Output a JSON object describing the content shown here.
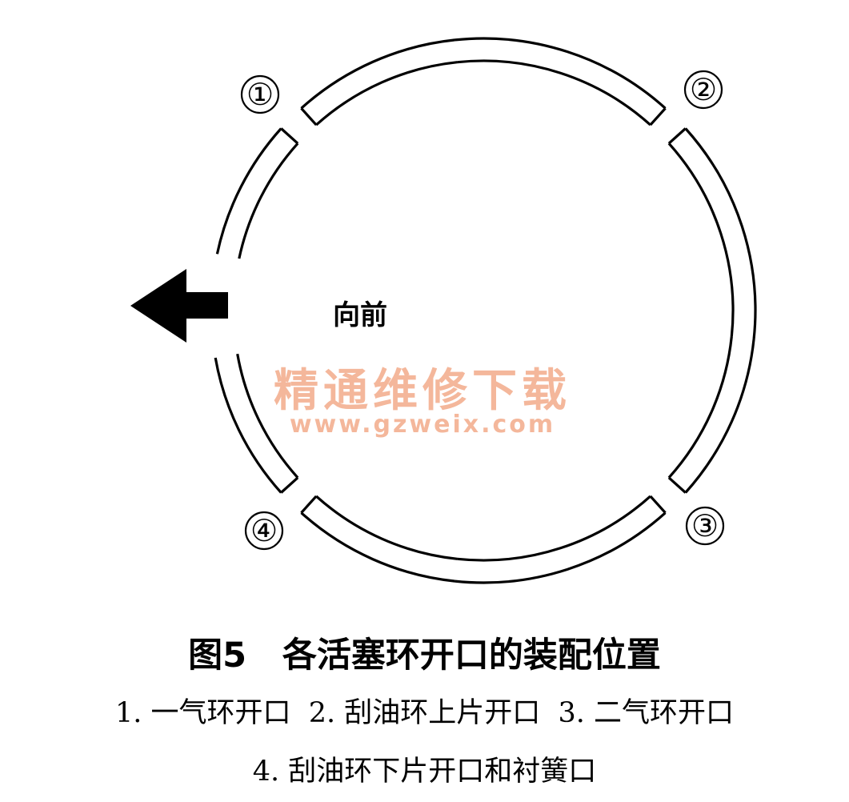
{
  "diagram": {
    "markers": [
      {
        "id": "marker-1",
        "label": "①"
      },
      {
        "id": "marker-2",
        "label": "②"
      },
      {
        "id": "marker-3",
        "label": "③"
      },
      {
        "id": "marker-4",
        "label": "④"
      }
    ],
    "forward_label": "向前",
    "watermark": {
      "chinese": "精通维修下载",
      "url": "www.gzweix.com"
    }
  },
  "caption": {
    "title": "图5   各活塞环开口的装配位置",
    "legend_line_1": "1. 一气环开口  2. 刮油环上片开口  3. 二气环开口",
    "legend_line_2": "4. 刮油环下片开口和衬簧口"
  },
  "colors": {
    "ink": "#000000",
    "watermark": "#f4b79b",
    "background": "#ffffff"
  }
}
